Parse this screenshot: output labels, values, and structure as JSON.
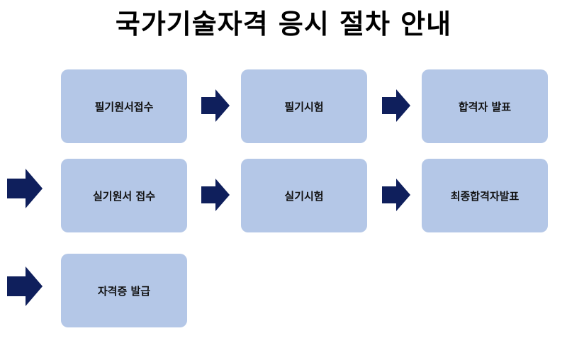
{
  "title": "국가기술자격 응시 절차 안내",
  "steps": {
    "written_apply": "필기원서접수",
    "written_exam": "필기시험",
    "pass_announce": "합격자 발표",
    "practical_apply": "실기원서 접수",
    "practical_exam": "실기시험",
    "final_announce": "최종합격자발표",
    "cert_issue": "자격증 발급"
  },
  "colors": {
    "box_fill": "#b4c7e7",
    "arrow_fill": "#0f1f5c"
  }
}
